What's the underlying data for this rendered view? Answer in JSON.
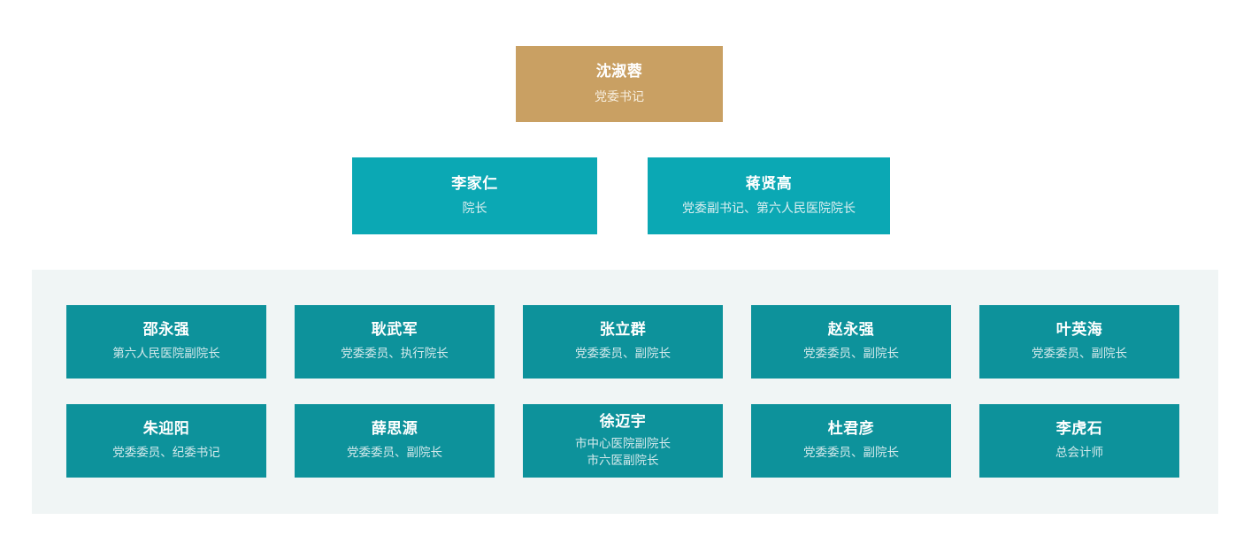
{
  "colors": {
    "gold": "#c9a063",
    "teal_bright": "#0ba8b4",
    "teal_dark": "#0d929b",
    "panel_bg": "#f0f5f5",
    "name_text": "#ffffff",
    "title_text": "#d5eaec",
    "page_bg": "#ffffff"
  },
  "level1": {
    "name": "沈淑蓉",
    "title": "党委书记"
  },
  "level2": [
    {
      "name": "李家仁",
      "title": "院长"
    },
    {
      "name": "蒋贤高",
      "title": "党委副书记、第六人民医院院长"
    }
  ],
  "level3": [
    {
      "name": "邵永强",
      "title": "第六人民医院副院长"
    },
    {
      "name": "耿武军",
      "title": "党委委员、执行院长"
    },
    {
      "name": "张立群",
      "title": "党委委员、副院长"
    },
    {
      "name": "赵永强",
      "title": "党委委员、副院长"
    },
    {
      "name": "叶英海",
      "title": "党委委员、副院长"
    },
    {
      "name": "朱迎阳",
      "title": "党委委员、纪委书记"
    },
    {
      "name": "薛思源",
      "title": "党委委员、副院长"
    },
    {
      "name": "徐迈宇",
      "title_line1": "市中心医院副院长",
      "title_line2": "市六医副院长"
    },
    {
      "name": "杜君彦",
      "title": "党委委员、副院长"
    },
    {
      "name": "李虎石",
      "title": "总会计师"
    }
  ]
}
